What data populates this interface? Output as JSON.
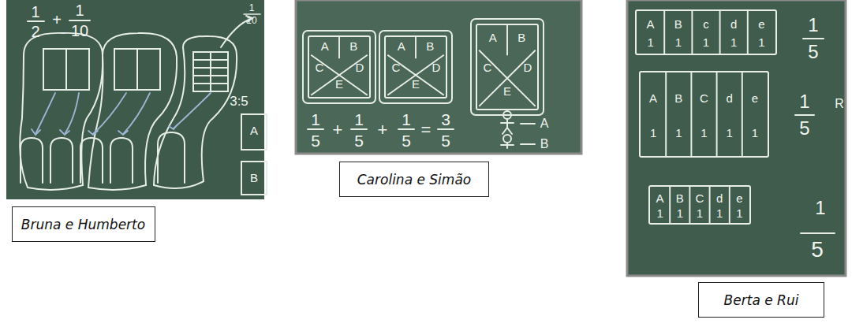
{
  "diagram": {
    "nodes": [
      {
        "text": [
          "Bruna e Humberto"
        ]
      },
      {
        "text": [
          "A",
          "B",
          "C",
          "D",
          "E"
        ]
      },
      {
        "text": [
          "A",
          "B",
          "C",
          "D",
          "E"
        ]
      },
      {
        "text": [
          "A",
          "B",
          "C",
          "D",
          "E"
        ]
      },
      {
        "text": [
          "Carolina e Simão"
        ]
      },
      {
        "text": [
          "A",
          "1",
          "B",
          "1",
          "c",
          "1",
          "d",
          "1",
          "e",
          "1"
        ]
      },
      {
        "text": [
          "A",
          "1",
          "B",
          "1",
          "C",
          "1",
          "d",
          "1",
          "e",
          "1"
        ]
      },
      {
        "text": [
          "A",
          "1",
          "B",
          "1",
          "C",
          "1",
          "d",
          "1",
          "e",
          "1"
        ]
      },
      {
        "text": [
          "Berta e Rui"
        ]
      }
    ],
    "labels": [
      "1",
      "2",
      "+",
      "1",
      "10",
      "1",
      "10",
      "3:5",
      "A",
      "B",
      "1",
      "5",
      "+",
      "1",
      "5",
      "+",
      "1",
      "5",
      "=",
      "3",
      "5",
      "A",
      "B",
      "1",
      "5",
      "1",
      "5",
      "1",
      "5",
      "R"
    ]
  }
}
